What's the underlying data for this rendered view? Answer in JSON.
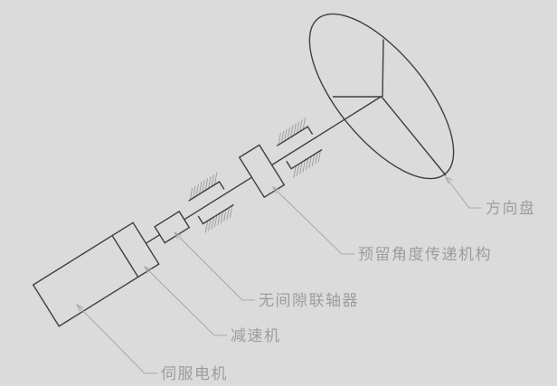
{
  "diagram": {
    "title": "steering-drive-schematic",
    "colors": {
      "background": "#dbdbdc",
      "line": "#3f3f3f",
      "hatch": "#96999b",
      "leader": "#a8a8a8",
      "label": "#9d9d9d"
    },
    "labels": {
      "servo_motor": "伺服电机",
      "reducer": "减速机",
      "coupling": "无间隙联轴器",
      "transmission": "预留角度传递机构",
      "steering_wheel": "方向盘"
    }
  }
}
